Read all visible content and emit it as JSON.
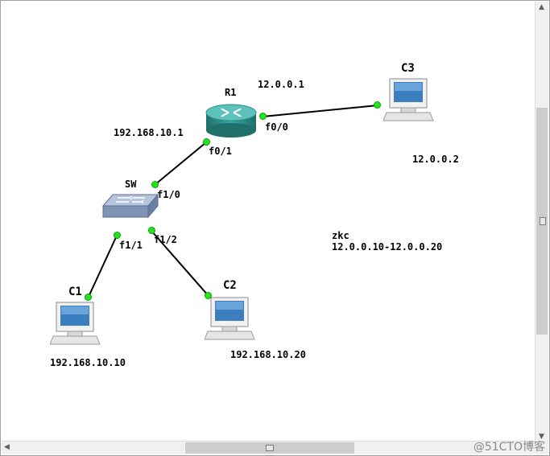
{
  "topology": {
    "devices": {
      "router": {
        "name": "R1",
        "interfaces": {
          "left": "f0/1",
          "right": "f0/0"
        },
        "ip_left": "192.168.10.1",
        "ip_right": "12.0.0.1"
      },
      "switch": {
        "name": "SW",
        "ports": {
          "up": "f1/0",
          "left": "f1/1",
          "right": "f1/2"
        }
      },
      "pc1": {
        "name": "C1",
        "ip": "192.168.10.10"
      },
      "pc2": {
        "name": "C2",
        "ip": "192.168.10.20"
      },
      "pc3": {
        "name": "C3",
        "ip": "12.0.0.2"
      }
    },
    "note": {
      "line1": "zkc",
      "line2": "12.0.0.10-12.0.0.20"
    }
  },
  "watermark": "@51CTO博客",
  "colors": {
    "link_dot": "#22e51a",
    "router_body": "#2a8f8a",
    "switch_body": "#7f93b5",
    "scrollbar": "#cdcdcd"
  },
  "icons": {
    "router": "router-icon",
    "switch": "switch-icon",
    "pc": "computer-icon"
  }
}
